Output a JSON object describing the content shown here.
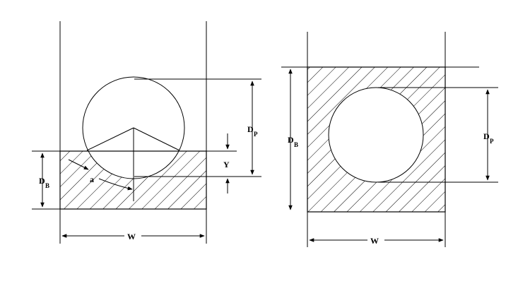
{
  "diagram": {
    "left": {
      "labels": {
        "dp_main": "D",
        "dp_sub": "P",
        "db_main": "D",
        "db_sub": "B",
        "y": "Y",
        "a": "a",
        "w": "W"
      }
    },
    "right": {
      "labels": {
        "dp_main": "D",
        "dp_sub": "P",
        "db_main": "D",
        "db_sub": "B",
        "w": "W"
      }
    }
  }
}
